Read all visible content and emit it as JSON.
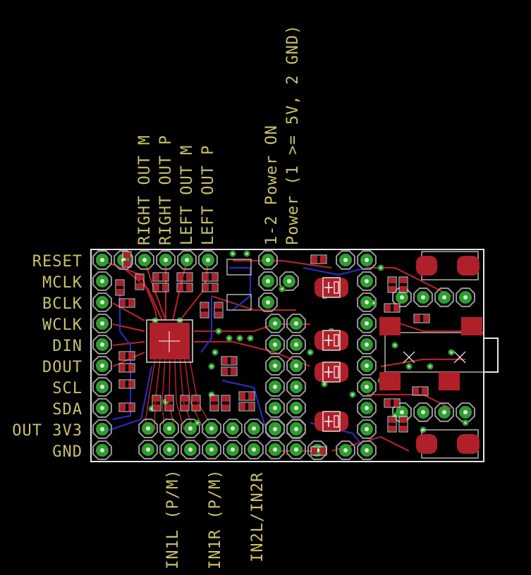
{
  "left_labels": [
    "RESET",
    "MCLK",
    "BCLK",
    "WCLK",
    "DIN",
    "DOUT",
    "SCL",
    "SDA",
    "OUT 3V3",
    "GND"
  ],
  "top_labels": [
    "RIGHT OUT M",
    "RIGHT OUT P",
    "LEFT OUT M",
    "LEFT OUT P"
  ],
  "jumper_labels": [
    "1-2 Power ON",
    "Power (1 >= 5V, 2 GND)"
  ],
  "bottom_labels": [
    "IN1L (P/M)",
    "IN1R (P/M)",
    "IN2L/IN2R"
  ],
  "colors": {
    "background": "#000000",
    "board_outline": "#e6e6e6",
    "label_text": "#c8c26a",
    "copper_top": "#b0202a",
    "copper_bottom": "#2a2ab8",
    "pad_green": "#2d9e2d",
    "via_ring": "#9a9a9a"
  }
}
